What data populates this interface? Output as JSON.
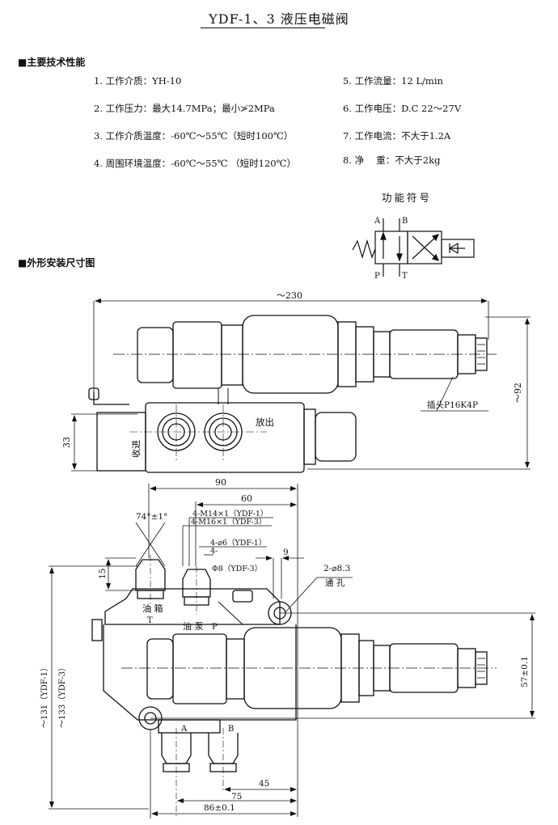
{
  "title": "YDF-1、3 液压电磁阀",
  "sections": {
    "specs_heading": "■主要技术性能",
    "dims_heading": "■外形安装尺寸图"
  },
  "specs_left": [
    "1. 工作介质：YH-10",
    "2. 工作压力：最大14.7MPa；最小≯2MPa",
    "3. 工作介质温度：-60℃～55℃（短时100℃）",
    "4. 周围环境温度：-60℃～55℃ （短时120℃）"
  ],
  "specs_right": [
    "5. 工作流量：12 L/min",
    "6. 工作电压：D.C 22～27V",
    "7. 工作电流：不大于1.2A",
    "8. 净　 重：不大于2kg"
  ],
  "function_symbol": {
    "title": "功能符号",
    "port_a": "A",
    "port_b": "B",
    "port_p": "P",
    "port_t": "T"
  },
  "top_view": {
    "overall_length": "～230",
    "overall_height": "～92",
    "base_height": "33",
    "plug_label": "插头P16K4P",
    "inlet_label": "收进",
    "outlet_label": "放出"
  },
  "front_view": {
    "dim_90": "90",
    "dim_60": "60",
    "thread_ydf1": "4-M14×1（YDF-1）",
    "thread_ydf3": "4-M16×1（YDF-3）",
    "bore_ydf1": "4-⌀6（YDF-1）",
    "bore_4": "4-",
    "bore_ydf3": "Φ8（YDF-3）",
    "angle": "74°±1°",
    "dim_15": "15",
    "dim_9": "9",
    "hole_spec": "2-⌀8.3",
    "hole_label": "通 孔",
    "tank_label": "油 箱",
    "tank_port": "T",
    "pump_label": "油 泵",
    "pump_port": "P",
    "port_a": "A",
    "port_b": "B",
    "height_ydf1": "～131（YDF-1）",
    "height_ydf3": "～133（YDF-3）",
    "dim_57": "57±0.1",
    "dim_45": "45",
    "dim_75": "75",
    "dim_86": "86±0.1"
  }
}
